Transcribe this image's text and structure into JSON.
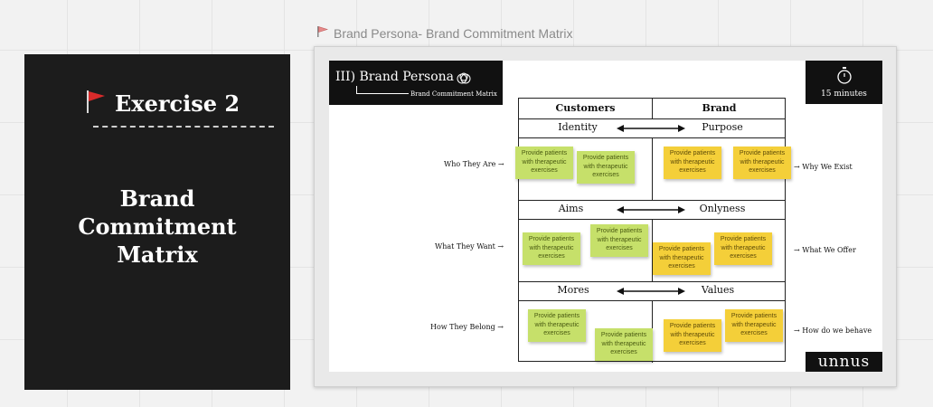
{
  "left_card": {
    "title": "Exercise 2",
    "subtitle_line1": "Brand",
    "subtitle_line2": "Commitment",
    "subtitle_line3": "Matrix",
    "icon": "red-flag-icon"
  },
  "frame": {
    "label": "Brand Persona- Brand Commitment Matrix",
    "icon": "flag-icon"
  },
  "board": {
    "header_title": "III) Brand Persona",
    "header_subtitle": "Brand Commitment Matrix",
    "timer_label": "15 minutes",
    "logo_text": "unnus",
    "columns": [
      "Customers",
      "Brand"
    ],
    "rows": [
      {
        "left": "Identity",
        "right": "Purpose",
        "left_side": "Who They Are",
        "right_side": "Why We Exist"
      },
      {
        "left": "Aims",
        "right": "Onlyness",
        "left_side": "What They Want",
        "right_side": "What We Offer"
      },
      {
        "left": "Mores",
        "right": "Values",
        "left_side": "How They Belong",
        "right_side": "How do we behave"
      }
    ],
    "sticky_text": "Provide patients with therapeutic exercises"
  },
  "colors": {
    "card_bg": "#1c1c1c",
    "sticky_green": "#c6e06a",
    "sticky_yellow": "#f4cf39",
    "flag_red": "#d92b2b"
  }
}
